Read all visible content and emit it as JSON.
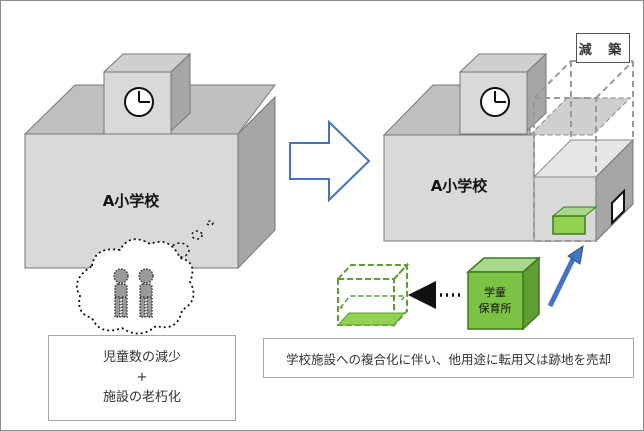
{
  "badge": "減 築",
  "school_left": {
    "name": "A小学校",
    "clock_icon": "clock-icon"
  },
  "school_right": {
    "name": "A小学校",
    "clock_icon": "clock-icon"
  },
  "childcare": {
    "line1": "学童",
    "line2": "保育所"
  },
  "cause_box": {
    "line1": "児童数の減少",
    "line2": "+",
    "line3": "施設の老朽化"
  },
  "result_text": "学校施設への複合化に伴い、他用途に転用又は跡地を売却",
  "colors": {
    "building_face": "#d9d9d9",
    "building_top": "#bfbfbf",
    "building_side": "#a6a6a6",
    "green": "#70c03a",
    "green_dark": "#3f7a1f",
    "arrow_blue": "#4472c4"
  }
}
